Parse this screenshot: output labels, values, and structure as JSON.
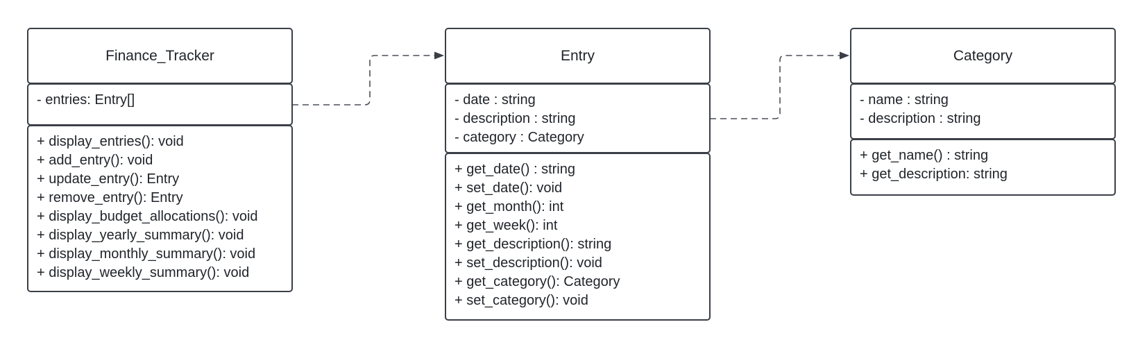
{
  "classes": {
    "finance_tracker": {
      "name": "Finance_Tracker",
      "attributes": [
        "- entries: Entry[]"
      ],
      "methods": [
        "+ display_entries(): void",
        "+ add_entry(): void",
        "+ update_entry(): Entry",
        "+ remove_entry(): Entry",
        "+ display_budget_allocations(): void",
        "+ display_yearly_summary(): void",
        "+ display_monthly_summary(): void",
        "+ display_weekly_summary(): void"
      ]
    },
    "entry": {
      "name": "Entry",
      "attributes": [
        "- date : string",
        "- description : string",
        "- category : Category"
      ],
      "methods": [
        "+ get_date() : string",
        "+ set_date(): void",
        "+ get_month(): int",
        "+ get_week(): int",
        "+ get_description(): string",
        "+ set_description(): void",
        "+ get_category(): Category",
        "+ set_category(): void"
      ]
    },
    "category": {
      "name": "Category",
      "attributes": [
        "- name : string",
        "- description : string"
      ],
      "methods": [
        "+ get_name() : string",
        "+ get_description: string"
      ]
    }
  },
  "relations": [
    {
      "from": "finance_tracker",
      "to": "entry",
      "style": "dashed",
      "arrowhead": "filled-triangle"
    },
    {
      "from": "entry",
      "to": "category",
      "style": "dashed",
      "arrowhead": "filled-triangle"
    }
  ],
  "colors": {
    "border": "#3a3f47",
    "connector": "#4a4f57",
    "text": "#1f2328",
    "background": "#ffffff"
  }
}
